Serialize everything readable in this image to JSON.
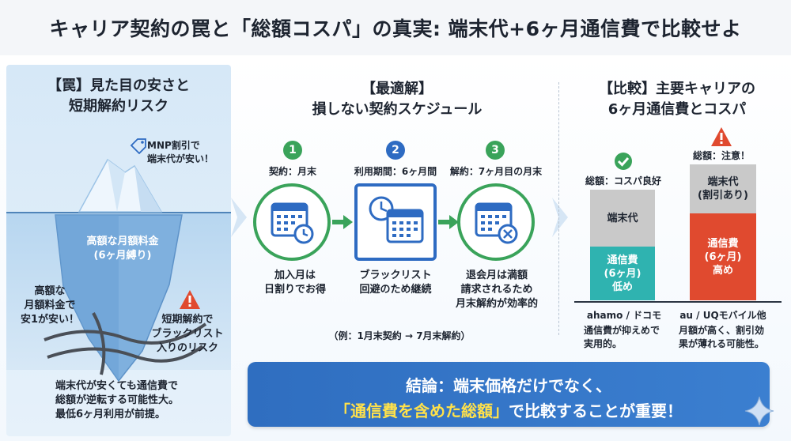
{
  "title": "キャリア契約の罠と「総額コスパ」の真実: 端末代+6ヶ月通信費で比較せよ",
  "left": {
    "heading_line1": "【罠】見た目の安さと",
    "heading_line2": "短期解約リスク",
    "tag_note_line1": "MNP割引で",
    "tag_note_line2": "端末代が安い！",
    "berg_label_line1": "高額な月額料金",
    "berg_label_line2": "(6ヶ月縛り)",
    "note_a_line1": "高額な",
    "note_a_line2": "月額料金で",
    "note_a_line3": "安1が安い！",
    "note_b_line1": "短期解約で",
    "note_b_line2": "ブラックリスト",
    "note_b_line3": "入りのリスク",
    "foot_line1": "端末代が安くても通信費で",
    "foot_line2": "総額が逆転する可能性大。",
    "foot_line3": "最低6ヶ月利用が前提。"
  },
  "middle": {
    "heading_line1": "【最適解】",
    "heading_line2": "損しない契約スケジュール",
    "steps": [
      {
        "num": "1",
        "caption": "契約：月末",
        "desc_line1": "加入月は",
        "desc_line2": "日割りでお得",
        "desc_line3": ""
      },
      {
        "num": "2",
        "caption": "利用期間：6ヶ月間",
        "desc_line1": "ブラックリスト",
        "desc_line2": "回避のため継続",
        "desc_line3": ""
      },
      {
        "num": "3",
        "caption": "解約：7ヶ月目の月末",
        "desc_line1": "退会月は満額",
        "desc_line2": "請求されるため",
        "desc_line3": "月末解約が効率的"
      }
    ],
    "example": "（例：1月末契約 → 7月末解約）"
  },
  "right": {
    "heading_line1": "【比較】主要キャリアの",
    "heading_line2": "6ヶ月通信費とコスパ",
    "carriers": [
      {
        "status": "総額：コスパ良好",
        "name": "ahamo / ドコモ",
        "note_line1": "通信費が抑えめで",
        "note_line2": "実用的。",
        "device_label": "端末代",
        "comm_label_line1": "通信費",
        "comm_label_line2": "(6ヶ月)",
        "comm_label_line3": "低め"
      },
      {
        "status": "総額：注意！",
        "name": "au / UQモバイル他",
        "note_line1": "月額が高く、割引効",
        "note_line2": "果が薄れる可能性。",
        "device_label_line1": "端末代",
        "device_label_line2": "(割引あり)",
        "comm_label_line1": "通信費",
        "comm_label_line2": "(6ヶ月)",
        "comm_label_line3": "高め"
      }
    ]
  },
  "conclusion": {
    "line1": "結論：端末価格だけでなく、",
    "line2_highlight": "「通信費を含めた総額」",
    "line2_rest": "で比較することが重要！"
  },
  "colors": {
    "green": "#3aa35a",
    "blue": "#2e6bc2",
    "teal": "#2fb3b0",
    "red": "#e04a2f",
    "gray": "#c9c9c9",
    "highlight": "#ffe14a"
  },
  "icons": [
    "price-tag-icon",
    "iceberg-illustration",
    "chain-icon",
    "warning-icon",
    "calendar-clock-icon",
    "calendar-cancel-icon",
    "check-circle-icon",
    "arrow-right-icon",
    "sparkle-icon"
  ]
}
